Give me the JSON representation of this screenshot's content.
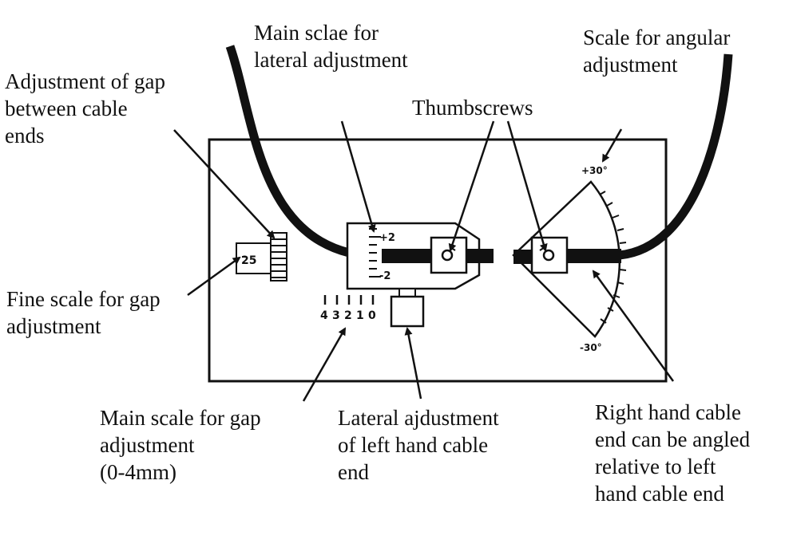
{
  "labels": {
    "gap_adjust": [
      "Adjustment of gap",
      "between cable",
      "ends"
    ],
    "main_scale_lateral": [
      "Main sclae for",
      "lateral adjustment"
    ],
    "thumbscrews": [
      "Thumbscrews"
    ],
    "angular_scale": [
      "Scale for angular",
      "adjustment"
    ],
    "fine_scale": [
      "Fine scale for gap",
      "adjustment"
    ],
    "main_scale_gap": [
      "Main scale for gap",
      "adjustment",
      "(0-4mm)"
    ],
    "lateral_left": [
      "Lateral ajdustment",
      "of left hand cable",
      "end"
    ],
    "right_angled": [
      "Right hand cable",
      "end can be angled",
      "relative to left",
      "hand cable end"
    ]
  },
  "device_marks": {
    "fine_scale_value": "25",
    "lateral_plus": "+2",
    "lateral_minus": "-2",
    "gap_scale_digits": [
      "4",
      "3",
      "2",
      "1",
      "0"
    ],
    "angle_plus": "+30°",
    "angle_minus": "-30°"
  }
}
